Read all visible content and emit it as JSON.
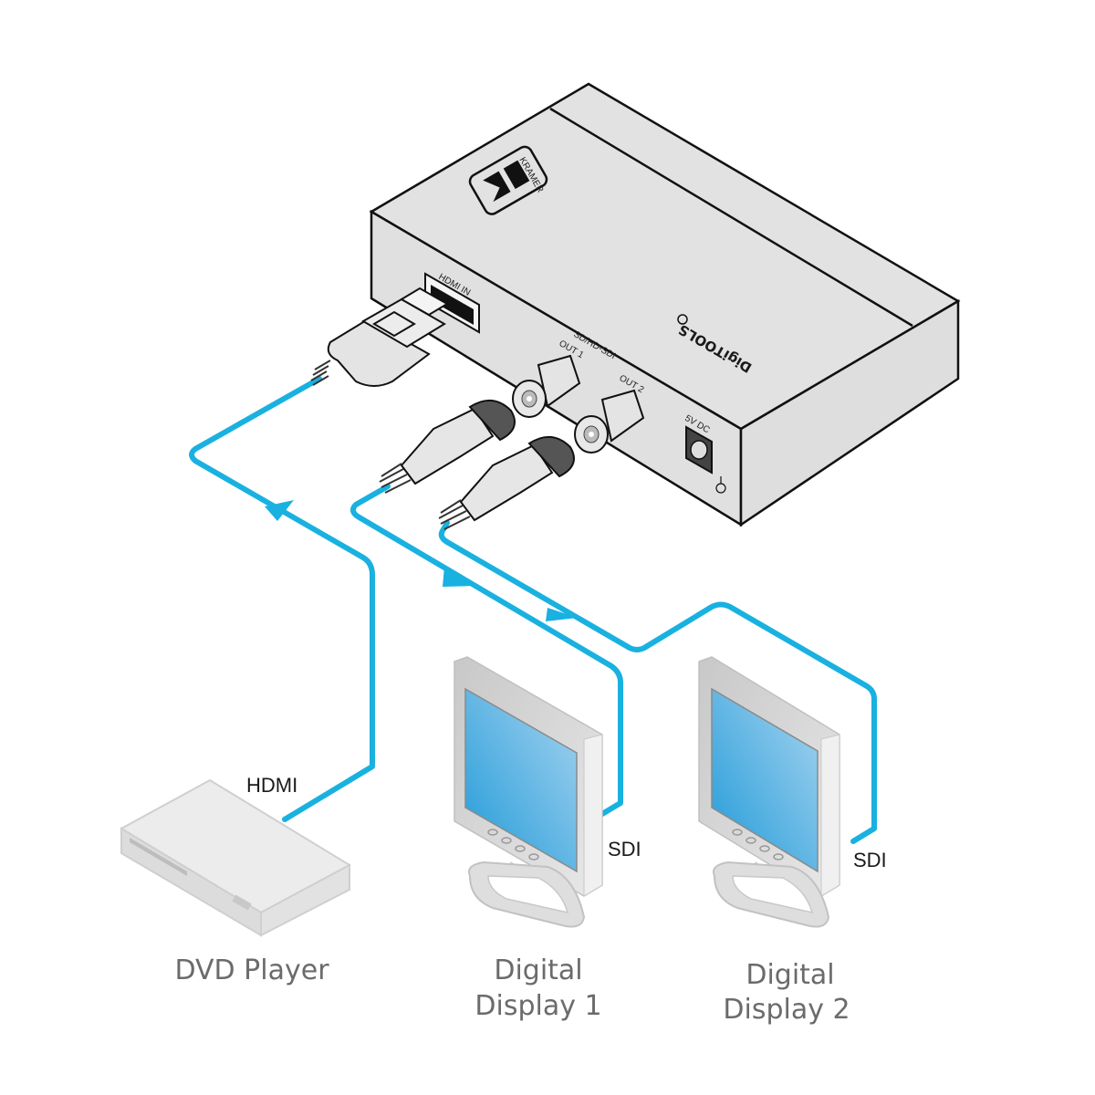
{
  "diagram": {
    "device": {
      "brand_logo": "KRAMER",
      "product_line": "DigiTOOLS",
      "port_labels": {
        "hdmi_in": "HDMI IN",
        "sdi_group": "SD/HD-SDI",
        "out1": "OUT 1",
        "out2": "OUT 2",
        "power": "5V DC"
      }
    },
    "sources": [
      {
        "label": "DVD Player",
        "cable_label": "HDMI"
      }
    ],
    "displays": [
      {
        "label_line1": "Digital",
        "label_line2": "Display 1",
        "cable_label": "SDI"
      },
      {
        "label_line1": "Digital",
        "label_line2": "Display 2",
        "cable_label": "SDI"
      }
    ],
    "colors": {
      "cable": "#19b1e0",
      "device_body": "#e2e2e2",
      "screen_light": "#a8d4f0",
      "screen_dark": "#1f9ad8",
      "caption_text": "#6b6b6b"
    }
  }
}
